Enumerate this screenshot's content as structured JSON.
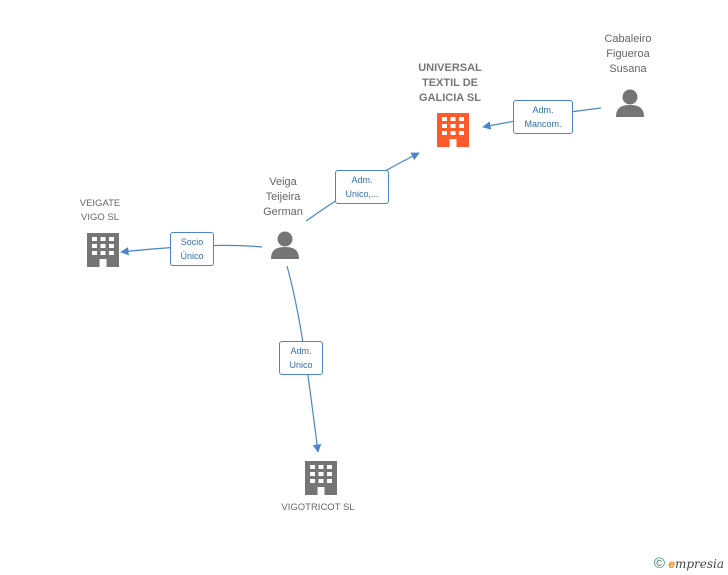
{
  "nodes": {
    "universal": {
      "name": [
        "UNIVERSAL",
        "TEXTIL DE",
        "GALICIA SL"
      ],
      "icon": "building-icon",
      "color": "#ff5a2a"
    },
    "cabaleiro": {
      "name": [
        "Cabaleiro",
        "Figueroa",
        "Susana"
      ],
      "icon": "person-icon",
      "color": "#757575"
    },
    "veiga": {
      "name": [
        "Veiga",
        "Teijeira",
        "German"
      ],
      "icon": "person-icon",
      "color": "#757575"
    },
    "veigate": {
      "name": [
        "VEIGATE",
        "VIGO SL"
      ],
      "icon": "building-icon",
      "color": "#757575"
    },
    "vigotricot": {
      "name": [
        "VIGOTRICOT SL"
      ],
      "icon": "building-icon",
      "color": "#757575"
    }
  },
  "relations": {
    "cabaleiro_universal": [
      "Adm.",
      "Mancom."
    ],
    "veiga_universal": [
      "Adm.",
      "Unico,..."
    ],
    "veiga_veigate": [
      "Socio",
      "Único"
    ],
    "veiga_vigotricot": [
      "Adm.",
      "Unico"
    ]
  },
  "edge_color": "#4a86c8",
  "footer": {
    "copyright": "©",
    "brand_initial": "e",
    "brand_rest": "mpresia"
  }
}
